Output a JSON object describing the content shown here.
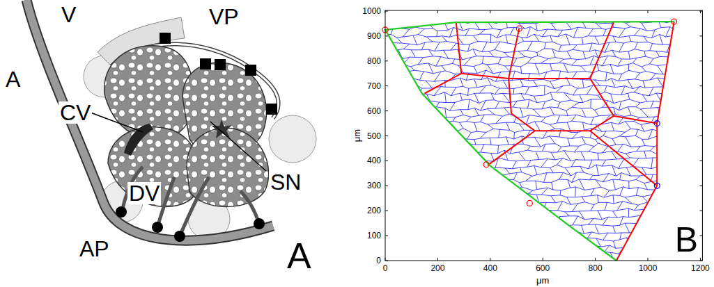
{
  "diagram": {
    "labels": [
      "V",
      "VP",
      "A",
      "CV",
      "SN",
      "DV",
      "AP",
      "A",
      "0",
      "100",
      "200",
      "300",
      "400",
      "500",
      "600",
      "700",
      "800",
      "900",
      "1000",
      "0",
      "200",
      "400",
      "600",
      "800",
      "1000",
      "1200",
      "μm",
      "μm",
      "B"
    ]
  }
}
